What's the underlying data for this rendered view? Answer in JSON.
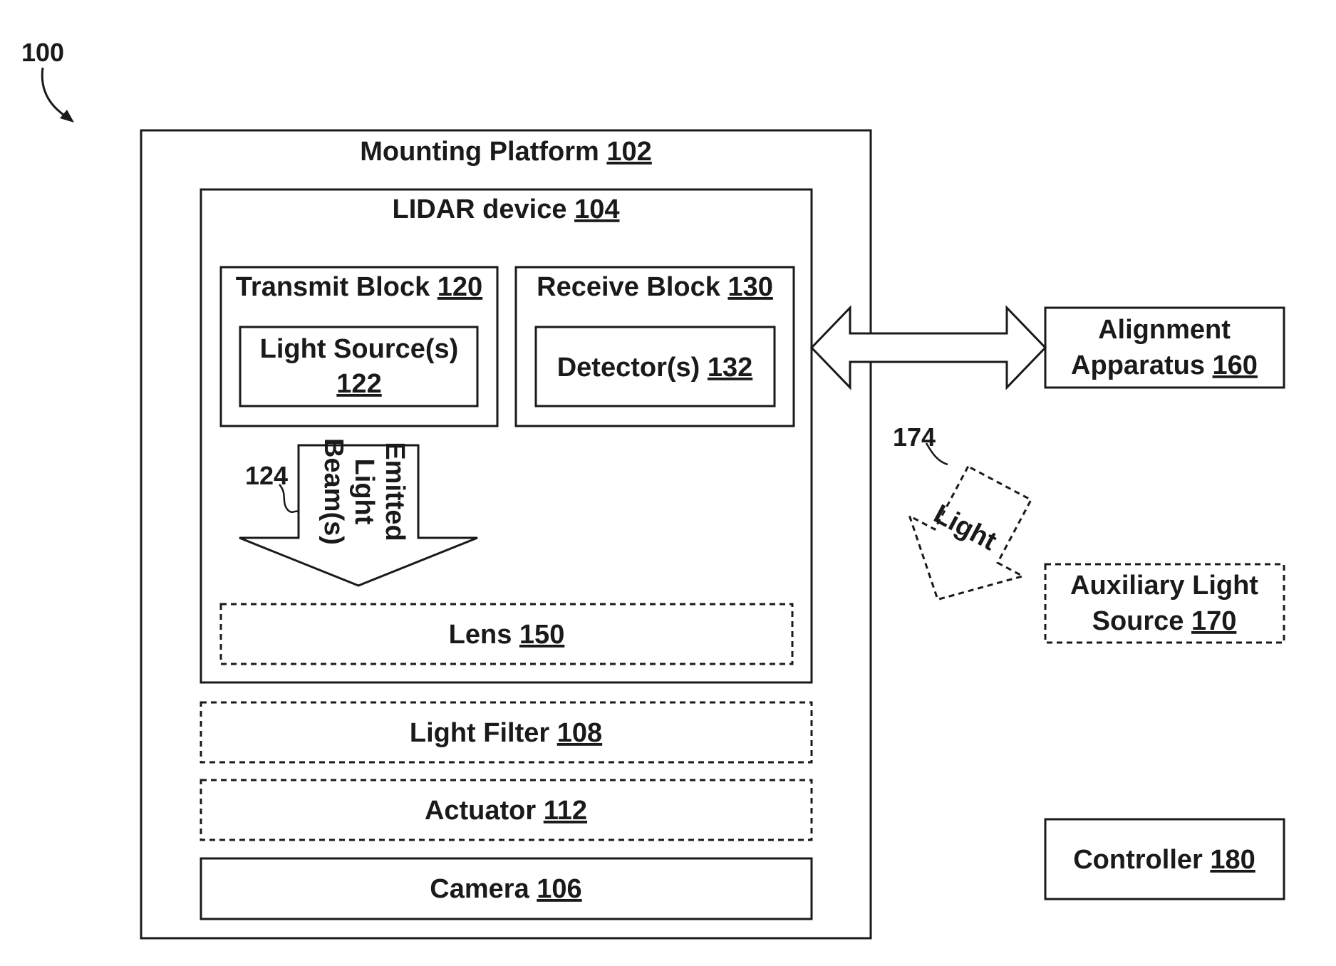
{
  "figure_ref": "100",
  "mounting_platform": {
    "label": "Mounting Platform ",
    "ref": "102"
  },
  "lidar_device": {
    "label": "LIDAR device ",
    "ref": "104"
  },
  "transmit_block": {
    "label": "Transmit Block ",
    "ref": "120"
  },
  "light_source": {
    "label": "Light Source(s)",
    "ref": "122"
  },
  "receive_block": {
    "label": "Receive Block ",
    "ref": "130"
  },
  "detector": {
    "label": "Detector(s) ",
    "ref": "132"
  },
  "emitted_beam": {
    "ref": "124",
    "lines": [
      "Emitted",
      "Light",
      "Beam(s)"
    ]
  },
  "lens": {
    "label": "Lens ",
    "ref": "150"
  },
  "light_filter": {
    "label": "Light Filter ",
    "ref": "108"
  },
  "actuator": {
    "label": "Actuator ",
    "ref": "112"
  },
  "camera": {
    "label": "Camera ",
    "ref": "106"
  },
  "alignment_apparatus": {
    "line1": "Alignment",
    "label": "Apparatus ",
    "ref": "160"
  },
  "aux_light_source": {
    "line1": "Auxiliary Light",
    "label": "Source ",
    "ref": "170"
  },
  "aux_light": {
    "ref": "174",
    "label": "Light"
  },
  "controller": {
    "label": "Controller ",
    "ref": "180"
  },
  "colors": {
    "stroke": "#1a1a1a",
    "background": "#ffffff"
  }
}
